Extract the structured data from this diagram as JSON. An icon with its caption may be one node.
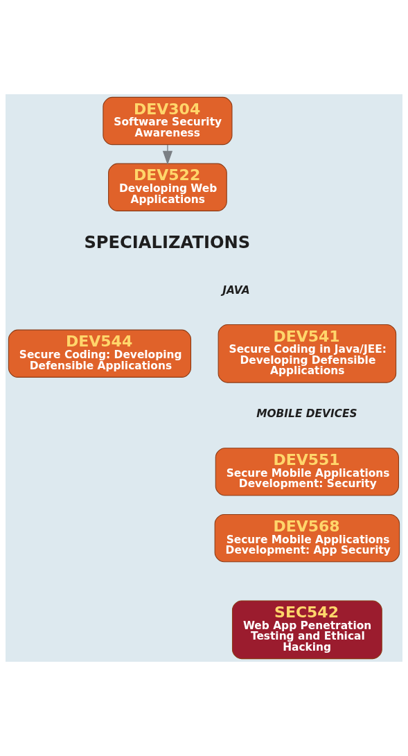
{
  "diagram": {
    "nodes": [
      {
        "text": [
          "DEV304",
          "Software Security Awareness"
        ]
      },
      {
        "text": [
          "DEV522",
          "Developing Web Applications"
        ]
      },
      {
        "text": [
          "DEV541",
          "Secure Coding in Java/JEE: Developing Defensible Applications"
        ]
      },
      {
        "text": [
          "DEV544",
          "Secure Coding: Developing Defensible Applications"
        ]
      },
      {
        "text": [
          "DEV551",
          "Secure Mobile Applications Development: Security"
        ]
      },
      {
        "text": [
          "DEV568",
          "Secure Mobile Applications Development: App Security"
        ]
      },
      {
        "text": [
          "SEC542",
          "Web App Penetration Testing and Ethical Hacking"
        ]
      }
    ],
    "edges": [
      {
        "from": 0,
        "to": 1,
        "arrow": "to",
        "color": "#7a7f84"
      }
    ],
    "labels": [
      "SPECIALIZATIONS",
      "JAVA",
      "MOBILE DEVICES"
    ]
  }
}
